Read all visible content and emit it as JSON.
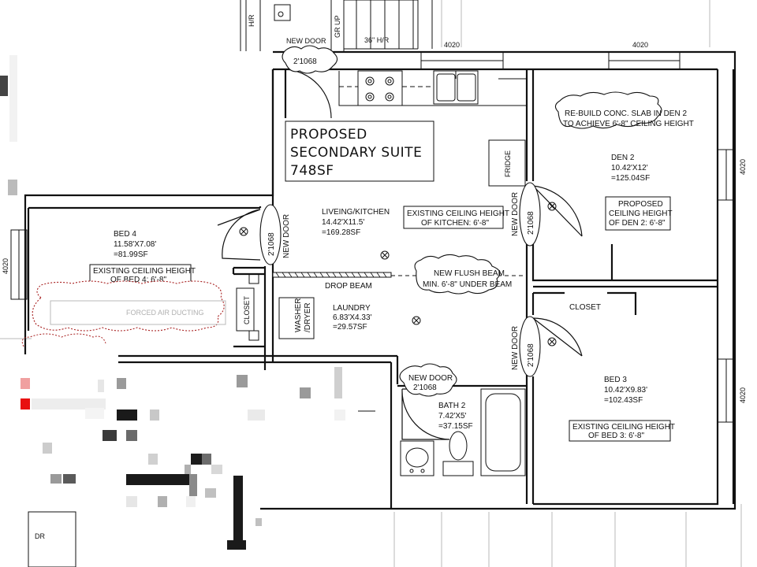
{
  "colors": {
    "ink": "#111111",
    "duct_outline": "#a82020",
    "pixel_red": "#e81010",
    "pixel_pink": "#f0a0a0"
  },
  "top": {
    "hr_label": "H/R",
    "gr_up": "GR UP",
    "new_door": "NEW DOOR",
    "door_size": "2'1068",
    "stair_note": "36\" H/R",
    "window_1": "4020",
    "window_2": "4020"
  },
  "right": {
    "window_1": "4020",
    "window_2": "4020"
  },
  "left": {
    "window": "4020"
  },
  "suite": {
    "line1": "PROPOSED",
    "line2": "SECONDARY SUITE",
    "line3": "748SF"
  },
  "kitchen": {
    "fridge": "FRIDGE",
    "name": "LIVEING/KITCHEN",
    "dims": "14.42'X11.5'",
    "area": "=169.28SF",
    "ceiling_line1": "EXISTING CEILING HEIGHT",
    "ceiling_line2": "OF KITCHEN: 6'-8\""
  },
  "den2": {
    "note_line1": "RE-BUILD CONC. SLAB IN DEN 2",
    "note_line2": "TO ACHIEVE 6'-8\" CEILING HEIGHT",
    "name": "DEN 2",
    "dims": "10.42'X12'",
    "area": "=125.04SF",
    "ceiling_line1": "PROPOSED",
    "ceiling_line2": "CEILING HEIGHT",
    "ceiling_line3": "OF DEN 2: 6'-8\"",
    "door_new": "NEW DOOR",
    "door_size": "2'1068"
  },
  "bed4": {
    "name": "BED 4",
    "dims": "11.58'X7.08'",
    "area": "=81.99SF",
    "ceiling_line1": "EXISTING CEILING HEIGHT",
    "ceiling_line2": "OF BED 4: 6'-8\"",
    "door_new": "NEW DOOR",
    "door_size": "2'1068",
    "closet": "CLOSET",
    "duct": "FORCED AIR DUCTING"
  },
  "beam": {
    "drop_beam": "DROP BEAM",
    "flush_line1": "NEW FLUSH BEAM",
    "flush_line2": "MIN. 6'-8\" UNDER BEAM"
  },
  "laundry": {
    "washer_line1": "WASHER",
    "washer_line2": "/DRYER",
    "name": "LAUNDRY",
    "dims": "6.83'X4.33'",
    "area": "=29.57SF"
  },
  "bed3": {
    "closet": "CLOSET",
    "door_new": "NEW DOOR",
    "door_size": "2'1068",
    "name": "BED 3",
    "dims": "10.42'X9.83'",
    "area": "=102.43SF",
    "ceiling_line1": "EXISTING CEILING HEIGHT",
    "ceiling_line2": "OF BED 3: 6'-8\""
  },
  "bath2": {
    "door_new": "NEW DOOR",
    "door_size": "2'1068",
    "name": "BATH 2",
    "dims": "7.42'X5'",
    "area": "=37.15SF"
  },
  "bottom": {
    "fragment": "DR"
  }
}
